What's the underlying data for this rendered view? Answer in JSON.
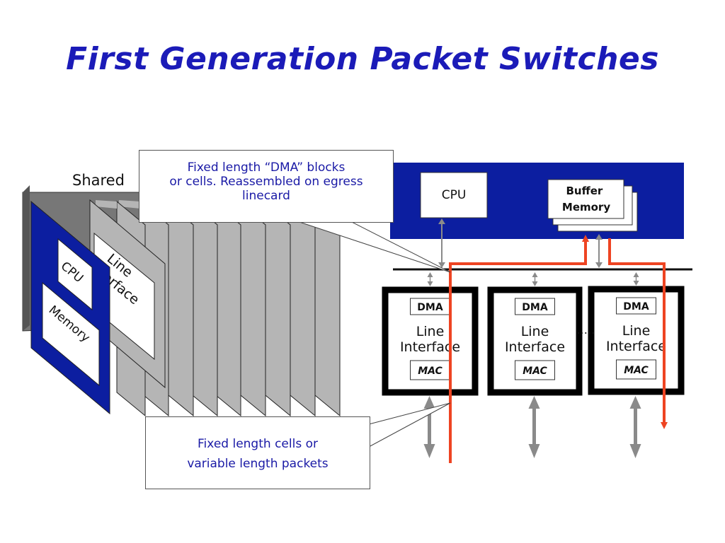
{
  "title": "First Generation Packet Switches",
  "colors": {
    "title": "#1b1bb8",
    "bus_block": "#0c1ea0",
    "red_path": "#ee4422",
    "gray_arrow": "#8a8a8a",
    "callout_text": "#1a1aa6"
  },
  "chassis": {
    "shared_label": "Shared",
    "cpu_card": {
      "cpu_label": "CPU",
      "memory_label": "Memory"
    },
    "line_card_label": [
      "Line",
      "Interface"
    ]
  },
  "callouts": {
    "dma_blocks": [
      "Fixed length “DMA” blocks",
      "or cells. Reassembled on egress",
      "linecard"
    ],
    "cells": [
      "Fixed length cells or",
      "variable length packets"
    ]
  },
  "bus": {
    "cpu_label": "CPU",
    "buffer_memory_label": [
      "Buffer",
      "Memory"
    ]
  },
  "line_interfaces": [
    {
      "dma_label": "DMA",
      "name": [
        "Line",
        "Interface"
      ],
      "mac_label": "MAC"
    },
    {
      "dma_label": "DMA",
      "name": [
        "Line",
        "Interface"
      ],
      "mac_label": "MAC"
    },
    {
      "dma_label": "DMA",
      "name": [
        "Line",
        "Interface"
      ],
      "mac_label": "MAC"
    }
  ],
  "ellipsis": "….."
}
